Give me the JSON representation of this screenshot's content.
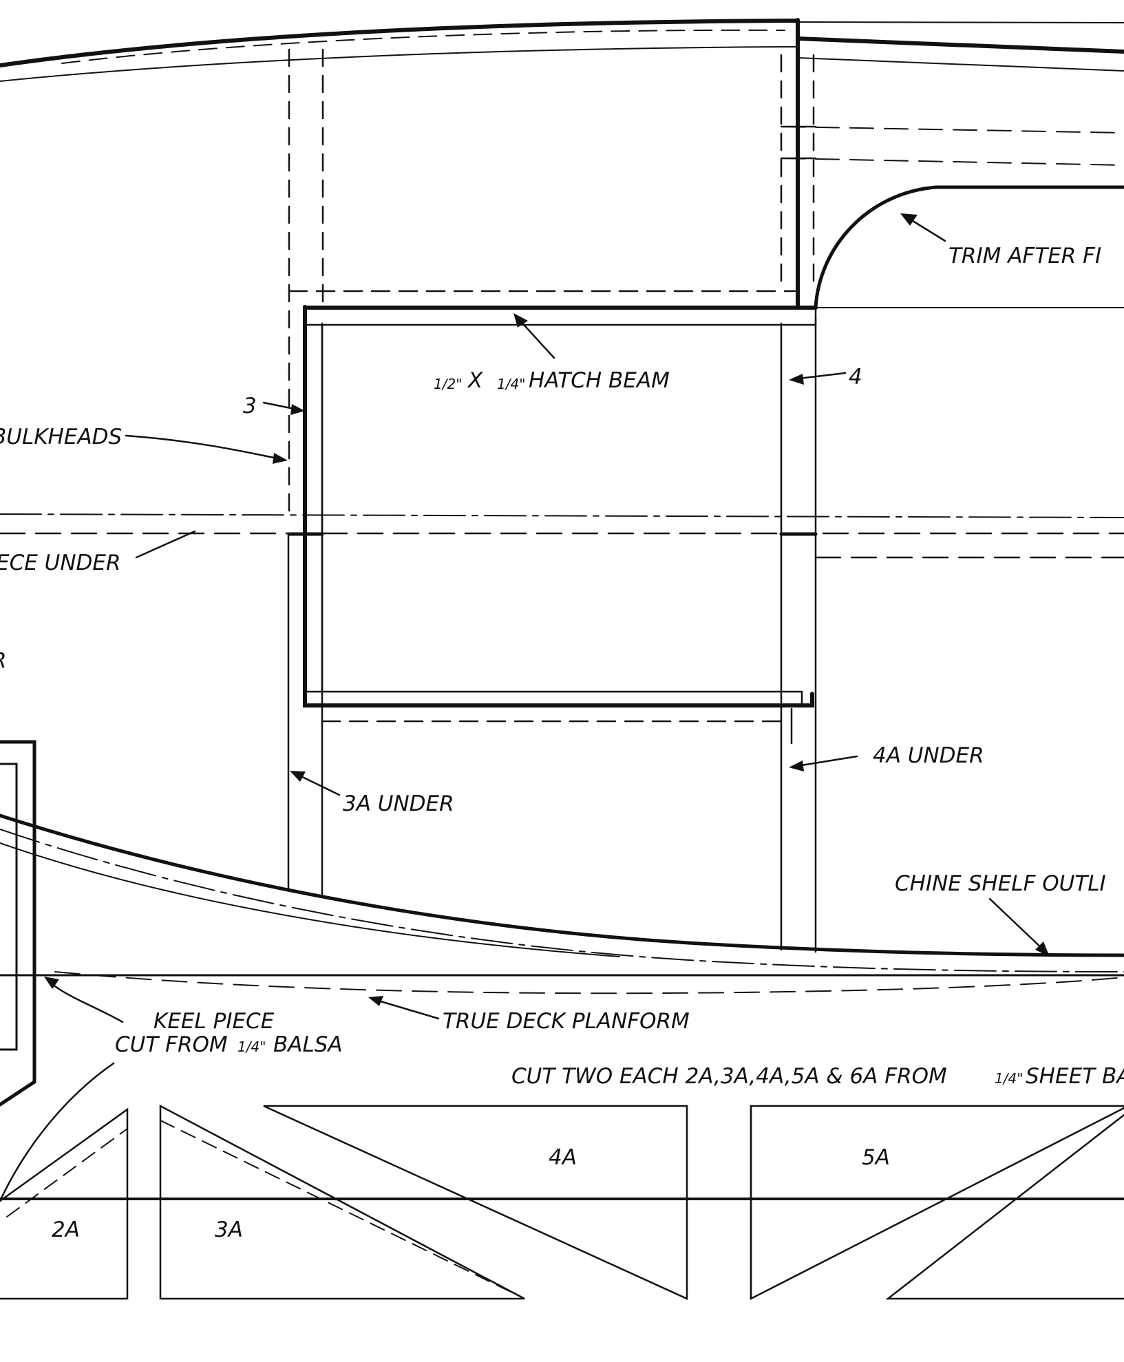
{
  "labels": {
    "trim_after_fitting": "TRIM AFTER FI",
    "hatch_beam_w": "1/2\"",
    "hatch_beam_x": "X",
    "hatch_beam_t": "1/4\"",
    "hatch_beam_text": "HATCH BEAM",
    "bulkhead_3": "3",
    "bulkhead_4": "4",
    "bulkheads": "BULKHEADS",
    "piece_under": "ECE UNDER",
    "edge_r": "R",
    "four_a_under": "4A UNDER",
    "three_a_under": "3A UNDER",
    "chine_shelf_outline": "CHINE SHELF OUTLI",
    "keel_piece_line1": "KEEL PIECE",
    "keel_piece_line2_a": "CUT FROM",
    "keel_piece_line2_frac": "1/4\"",
    "keel_piece_line2_b": "BALSA",
    "true_deck_planform": "TRUE DECK PLANFORM",
    "cut_two_each": "CUT TWO EACH 2A,3A,4A,5A & 6A FROM",
    "cut_two_frac": "1/4\"",
    "cut_two_tail": "SHEET BA",
    "part_2a": "2A",
    "part_3a": "3A",
    "part_4a": "4A",
    "part_5a": "5A"
  },
  "colors": {
    "ink": "#111111",
    "paper": "#ffffff"
  }
}
